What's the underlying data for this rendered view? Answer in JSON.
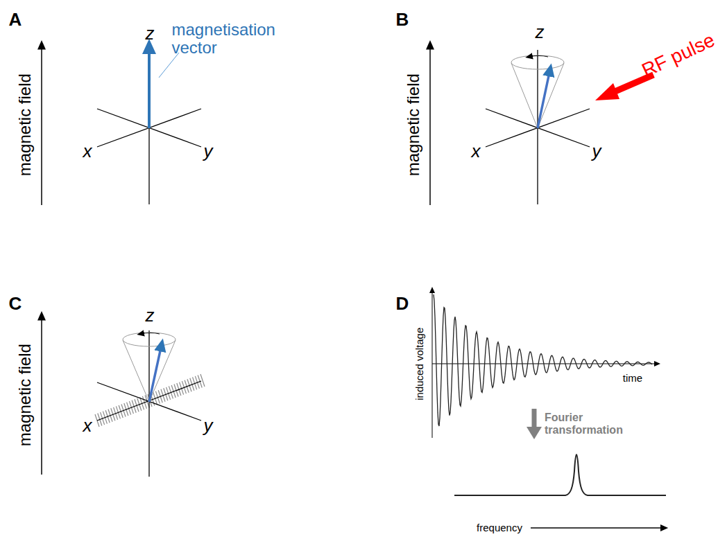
{
  "diagram": {
    "labels": [
      "A",
      "B",
      "C",
      "D",
      "magnetic field",
      "magnetic field",
      "magnetic field",
      "z",
      "x",
      "y",
      "magnetisation vector",
      "z",
      "x",
      "y",
      "RF pulse",
      "z",
      "x",
      "y",
      "induced voltage",
      "time",
      "Fourier transformation",
      "frequency"
    ]
  }
}
